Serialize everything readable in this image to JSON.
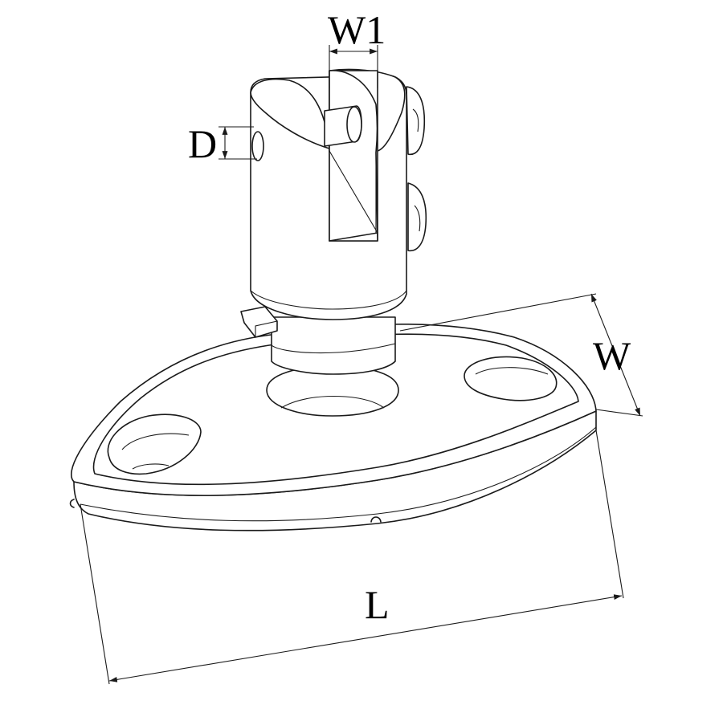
{
  "dimensions": {
    "w1": "W1",
    "d": "D",
    "w": "W",
    "l": "L"
  }
}
